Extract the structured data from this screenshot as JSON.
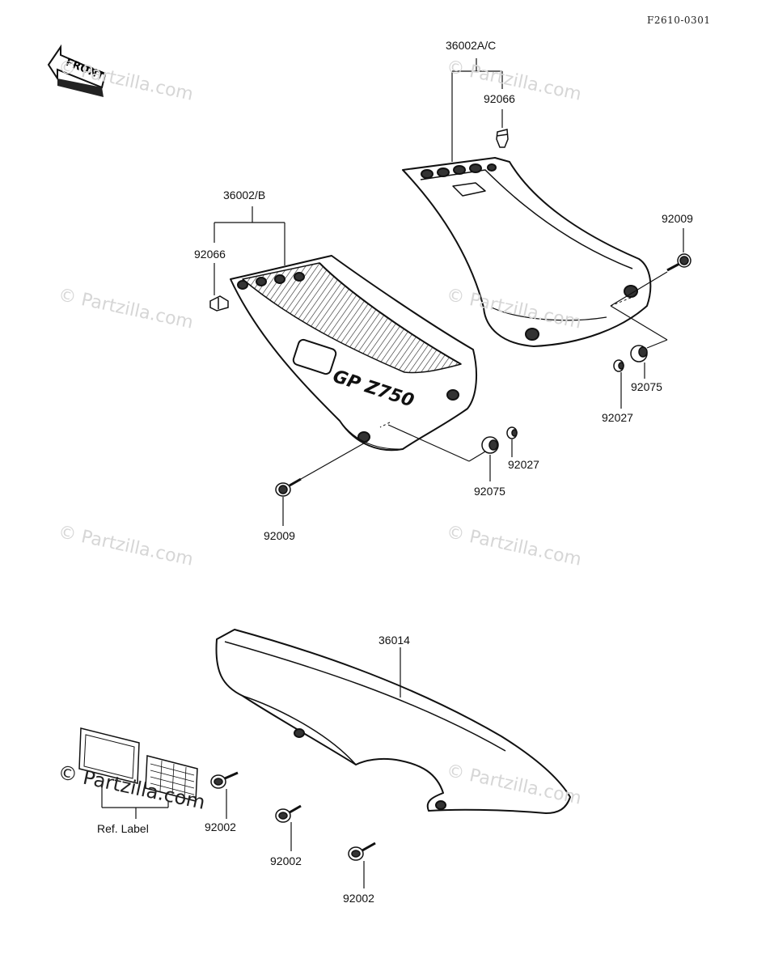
{
  "diagram_code": "F2610-0301",
  "front_arrow_label": "FRONT",
  "parts": {
    "cover_right": "36002A/C",
    "cover_left": "36002/B",
    "grommet_right_top": "92066",
    "grommet_left_top": "92066",
    "bolt_right": "92009",
    "bolt_left": "92009",
    "damper_right": "92075",
    "damper_left": "92075",
    "collar_right": "92027",
    "collar_left": "92027",
    "chain_cover": "36014",
    "bolt_a": "92002",
    "bolt_b": "92002",
    "bolt_c": "92002",
    "ref_label": "Ref. Label"
  },
  "badge_text": "GP Z750",
  "watermark": "© Partzilla.com"
}
